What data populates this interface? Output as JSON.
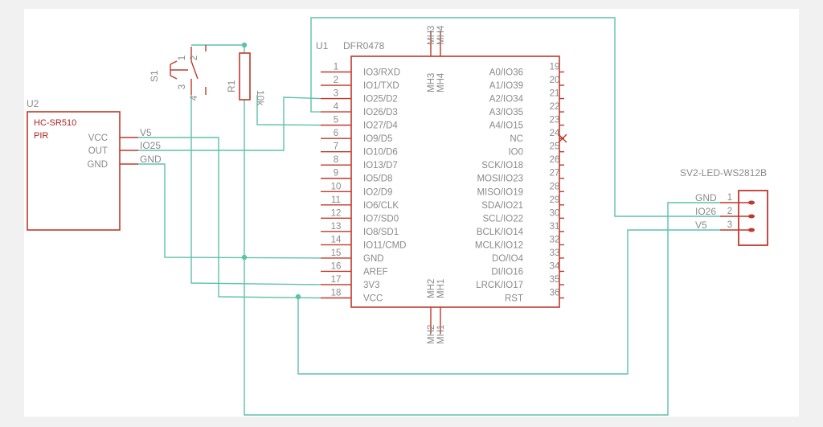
{
  "colors": {
    "wire": "#5ec2a8",
    "part": "#c0392b",
    "text": "#8a8a8a",
    "background": "#ffffff",
    "frame": "#f1f1f1"
  },
  "u1": {
    "ref": "U1",
    "value": "DFR0478",
    "left_pins": [
      {
        "num": "1",
        "name": "IO3/RXD"
      },
      {
        "num": "2",
        "name": "IO1/TXD"
      },
      {
        "num": "3",
        "name": "IO25/D2"
      },
      {
        "num": "4",
        "name": "IO26/D3"
      },
      {
        "num": "5",
        "name": "IO27/D4"
      },
      {
        "num": "6",
        "name": "IO9/D5"
      },
      {
        "num": "7",
        "name": "IO10/D6"
      },
      {
        "num": "8",
        "name": "IO13/D7"
      },
      {
        "num": "9",
        "name": "IO5/D8"
      },
      {
        "num": "10",
        "name": "IO2/D9"
      },
      {
        "num": "11",
        "name": "IO6/CLK"
      },
      {
        "num": "12",
        "name": "IO7/SD0"
      },
      {
        "num": "13",
        "name": "IO8/SD1"
      },
      {
        "num": "14",
        "name": "IO11/CMD"
      },
      {
        "num": "15",
        "name": "GND"
      },
      {
        "num": "16",
        "name": "AREF"
      },
      {
        "num": "17",
        "name": "3V3"
      },
      {
        "num": "18",
        "name": "VCC"
      }
    ],
    "right_pins": [
      {
        "num": "19",
        "name": "A0/IO36"
      },
      {
        "num": "20",
        "name": "A1/IO39"
      },
      {
        "num": "21",
        "name": "A2/IO34"
      },
      {
        "num": "22",
        "name": "A3/IO35"
      },
      {
        "num": "23",
        "name": "A4/IO15"
      },
      {
        "num": "24",
        "name": "NC"
      },
      {
        "num": "25",
        "name": "IO0"
      },
      {
        "num": "26",
        "name": "SCK/IO18"
      },
      {
        "num": "27",
        "name": "MOSI/IO23"
      },
      {
        "num": "28",
        "name": "MISO/IO19"
      },
      {
        "num": "29",
        "name": "SDA/IO21"
      },
      {
        "num": "30",
        "name": "SCL/IO22"
      },
      {
        "num": "31",
        "name": "BCLK/IO14"
      },
      {
        "num": "32",
        "name": "MCLK/IO12"
      },
      {
        "num": "33",
        "name": "DO/IO4"
      },
      {
        "num": "34",
        "name": "DI/IO16"
      },
      {
        "num": "35",
        "name": "LRCK/IO17"
      },
      {
        "num": "36",
        "name": "RST"
      }
    ],
    "top_pins": [
      {
        "outer": "MH3",
        "inner": "MH3"
      },
      {
        "outer": "MH4",
        "inner": "MH4"
      }
    ],
    "bottom_pins": [
      {
        "outer": "MH2",
        "inner": "MH2"
      },
      {
        "outer": "MH1",
        "inner": "MH1"
      }
    ]
  },
  "u2": {
    "ref": "U2",
    "value": "HC-SR510",
    "subtitle": "PIR",
    "pins": [
      "VCC",
      "OUT",
      "GND"
    ],
    "nets": [
      "V5",
      "IO25",
      "GND"
    ]
  },
  "s1": {
    "ref": "S1",
    "pins": [
      "1",
      "2",
      "3",
      "4"
    ]
  },
  "r1": {
    "ref": "R1",
    "value": "10k"
  },
  "led": {
    "value": "SV2-LED-WS2812B",
    "pins": [
      "1",
      "2",
      "3"
    ],
    "nets": [
      "GND",
      "IO26",
      "V5"
    ]
  }
}
